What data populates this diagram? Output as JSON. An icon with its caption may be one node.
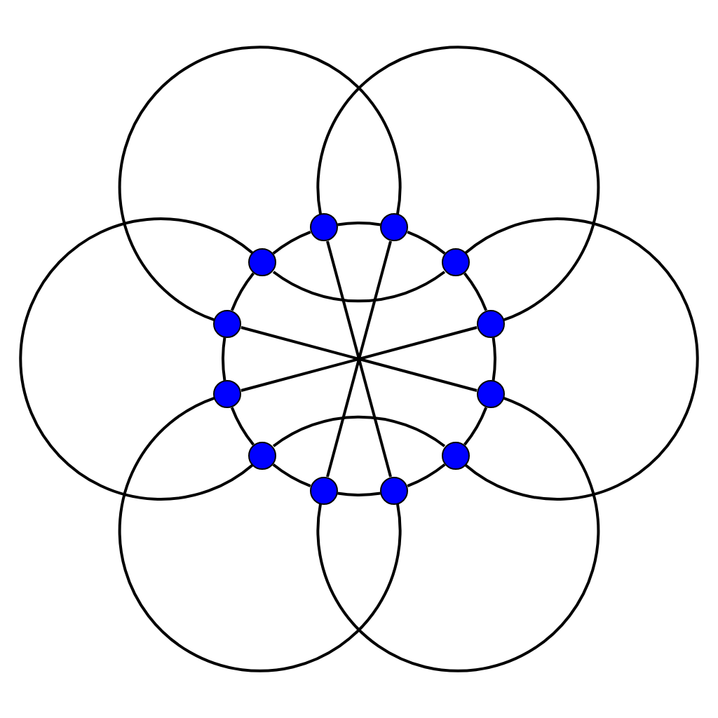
{
  "diagram": {
    "nodes": [
      {
        "text": [],
        "shape": "circle"
      },
      {
        "text": [],
        "shape": "circle"
      },
      {
        "text": [],
        "shape": "circle"
      },
      {
        "text": [],
        "shape": "circle"
      },
      {
        "text": [],
        "shape": "circle"
      },
      {
        "text": [],
        "shape": "circle"
      },
      {
        "text": [],
        "shape": "circle"
      },
      {
        "text": [],
        "shape": "circle"
      },
      {
        "text": [],
        "shape": "circle"
      },
      {
        "text": [],
        "shape": "circle"
      },
      {
        "text": [],
        "shape": "circle"
      },
      {
        "text": [],
        "shape": "circle"
      }
    ],
    "edges": [
      {
        "from": 0,
        "to": 1,
        "arrow": "none"
      },
      {
        "from": 1,
        "to": 2,
        "arrow": "none"
      },
      {
        "from": 2,
        "to": 3,
        "arrow": "none"
      },
      {
        "from": 3,
        "to": 4,
        "arrow": "none"
      },
      {
        "from": 4,
        "to": 5,
        "arrow": "none"
      },
      {
        "from": 5,
        "to": 6,
        "arrow": "none"
      },
      {
        "from": 6,
        "to": 7,
        "arrow": "none"
      },
      {
        "from": 7,
        "to": 8,
        "arrow": "none"
      },
      {
        "from": 8,
        "to": 9,
        "arrow": "none"
      },
      {
        "from": 9,
        "to": 10,
        "arrow": "none"
      },
      {
        "from": 10,
        "to": 11,
        "arrow": "none"
      },
      {
        "from": 11,
        "to": 0,
        "arrow": "none"
      },
      {
        "from": 0,
        "to": 6,
        "arrow": "none"
      },
      {
        "from": 1,
        "to": 7,
        "arrow": "none"
      },
      {
        "from": 3,
        "to": 9,
        "arrow": "none"
      },
      {
        "from": 4,
        "to": 10,
        "arrow": "none"
      },
      {
        "from": 11,
        "to": 2,
        "arrow": "none"
      },
      {
        "from": 5,
        "to": 8,
        "arrow": "none"
      },
      {
        "from": 10,
        "to": 1,
        "arrow": "none"
      },
      {
        "from": 0,
        "to": 3,
        "arrow": "none"
      },
      {
        "from": 2,
        "to": 5,
        "arrow": "none"
      },
      {
        "from": 4,
        "to": 7,
        "arrow": "none"
      },
      {
        "from": 6,
        "to": 9,
        "arrow": "none"
      },
      {
        "from": 8,
        "to": 11,
        "arrow": "none"
      }
    ]
  }
}
